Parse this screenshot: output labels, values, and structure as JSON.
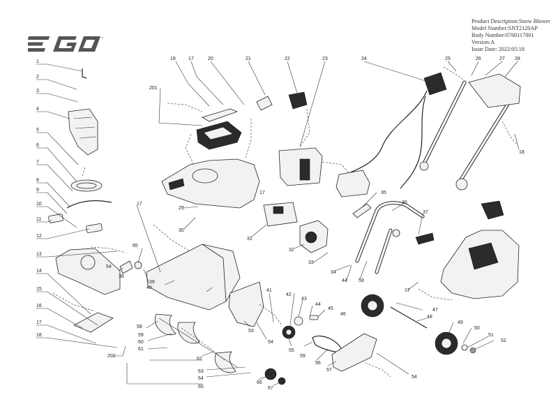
{
  "brand": {
    "logo_text": "EGO",
    "color": "#555555"
  },
  "info": {
    "description": "Product Description:Snow Blower",
    "model": "Model Number:SNT2120AP",
    "body": "Body Number:0760117001",
    "version": "Version:A",
    "issue_date": "Issue Date: 2022/05/18"
  },
  "callouts": {
    "c1": "1",
    "c2": "2",
    "c3": "3",
    "c4": "4",
    "c5": "5",
    "c6": "6",
    "c7": "7",
    "c8": "8",
    "c9": "9",
    "c10": "10",
    "c11": "11",
    "c12": "12",
    "c13": "13",
    "c14": "14",
    "c15": "15",
    "c16": "16",
    "c17": "17",
    "c18": "18",
    "c19": "19",
    "c20": "20",
    "c21": "21",
    "c22": "22",
    "c23": "23",
    "c24": "24",
    "c25": "25",
    "c26": "26",
    "c27": "27",
    "c28": "28",
    "c29": "29",
    "c30": "30",
    "c31": "31",
    "c32": "32",
    "c33": "33",
    "c34": "34",
    "c35": "35",
    "c36": "36",
    "c37": "37",
    "c38": "38",
    "c39": "39",
    "c40": "40",
    "c41": "41",
    "c42": "42",
    "c43": "43",
    "c44": "44",
    "c45": "45",
    "c46": "46",
    "c47": "47",
    "c48": "48",
    "c49": "49",
    "c50": "50",
    "c51": "51",
    "c52": "52",
    "c53": "53",
    "c54": "54",
    "c55": "55",
    "c56": "56",
    "c57": "57",
    "c58": "58",
    "c59": "59",
    "c60": "60",
    "c61": "61",
    "c62": "62",
    "c63": "63",
    "c64": "64",
    "c65": "65",
    "c66": "66",
    "c67": "67",
    "c201": "201",
    "c202": "202"
  }
}
